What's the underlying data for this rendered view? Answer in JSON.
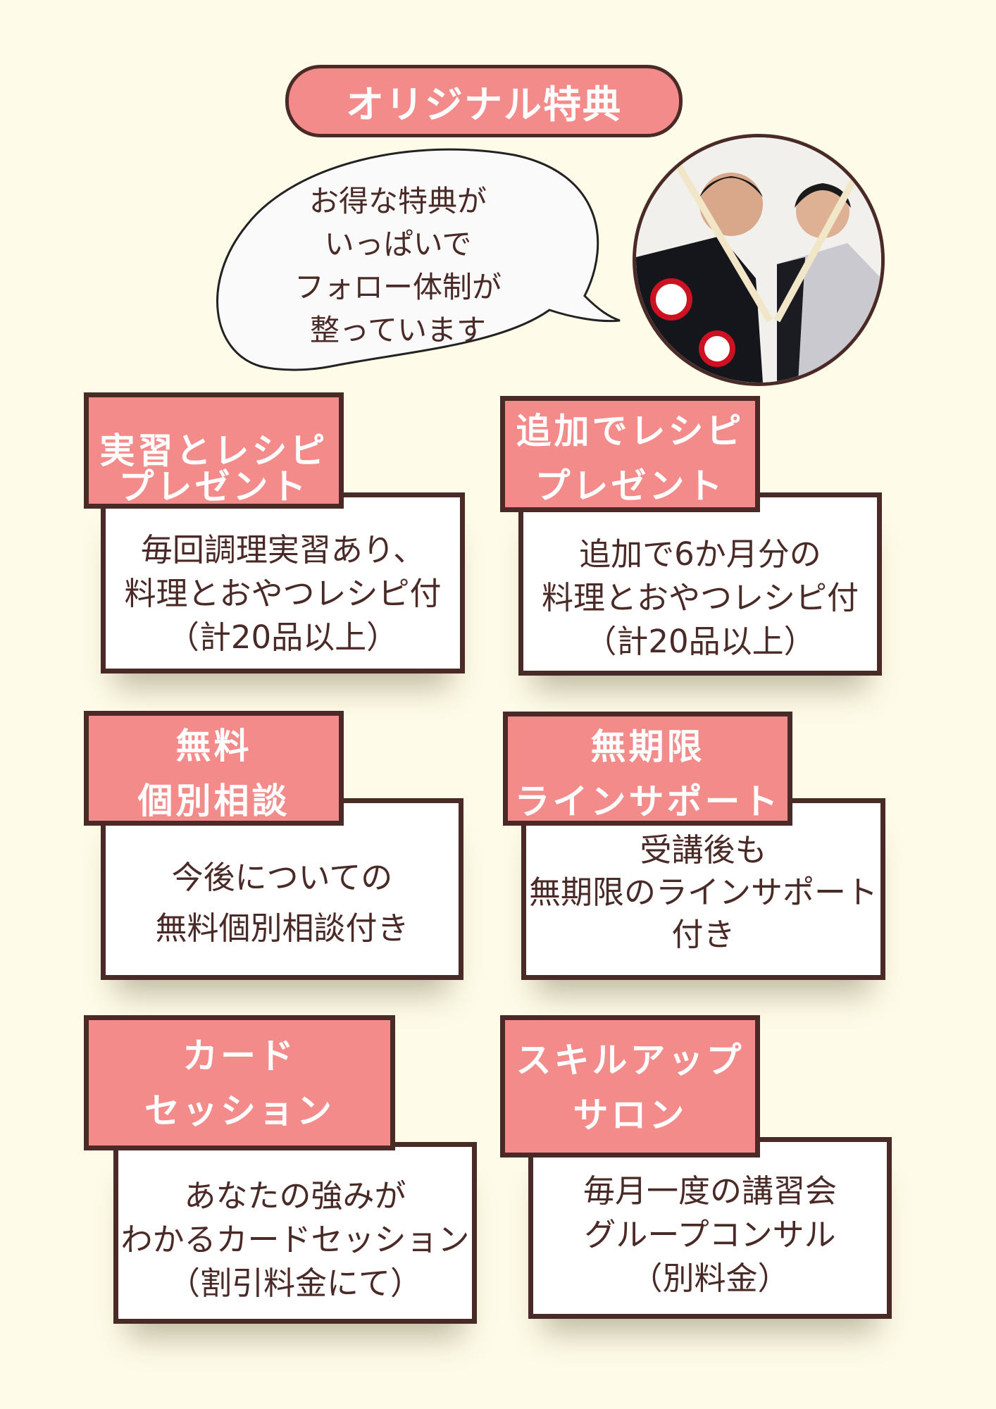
{
  "title": "オリジナル特典",
  "bubble": {
    "lines": [
      "お得な特典が",
      "いっぱいで",
      "フォロー体制が",
      "整っています"
    ]
  },
  "colors": {
    "background": "#fefbe8",
    "accent": "#f48b8b",
    "border": "#4a2a26"
  },
  "benefits": [
    {
      "label": [
        "実習とレシピ",
        "プレゼント"
      ],
      "body": [
        "毎回調理実習あり、",
        "料理とおやつレシピ付",
        "（計20品以上）"
      ]
    },
    {
      "label": [
        "追加でレシピ",
        "プレゼント"
      ],
      "body": [
        "追加で6か月分の",
        "料理とおやつレシピ付",
        "（計20品以上）"
      ]
    },
    {
      "label": [
        "無料",
        "個別相談"
      ],
      "body": [
        "今後についての",
        "無料個別相談付き"
      ]
    },
    {
      "label": [
        "無期限",
        "ラインサポート"
      ],
      "body": [
        "受講後も",
        "無期限のラインサポート",
        "付き"
      ]
    },
    {
      "label": [
        "カード",
        "セッション"
      ],
      "body": [
        "あなたの強みが",
        "わかるカードセッション",
        "（割引料金にて）"
      ]
    },
    {
      "label": [
        "スキルアップ",
        "サロン"
      ],
      "body": [
        "毎月一度の講習会",
        "グループコンサル",
        "（別料金）"
      ]
    }
  ]
}
